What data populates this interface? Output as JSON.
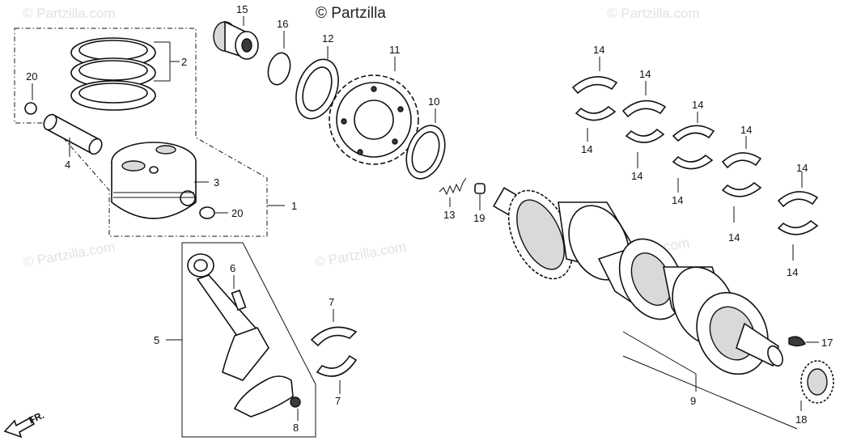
{
  "watermark": {
    "top_text": "© Partzilla",
    "faint_text": "© Partzilla.com"
  },
  "orientation": {
    "arrow_label": "FR."
  },
  "callouts": {
    "1": "1",
    "2": "2",
    "3": "3",
    "4": "4",
    "5": "5",
    "6": "6",
    "7": "7",
    "8": "8",
    "9": "9",
    "10": "10",
    "11": "11",
    "12": "12",
    "13": "13",
    "14": "14",
    "15": "15",
    "16": "16",
    "17": "17",
    "18": "18",
    "19": "19",
    "20": "20"
  },
  "colors": {
    "line": "#111111",
    "watermark": "#e2e2e2",
    "background": "#ffffff"
  }
}
